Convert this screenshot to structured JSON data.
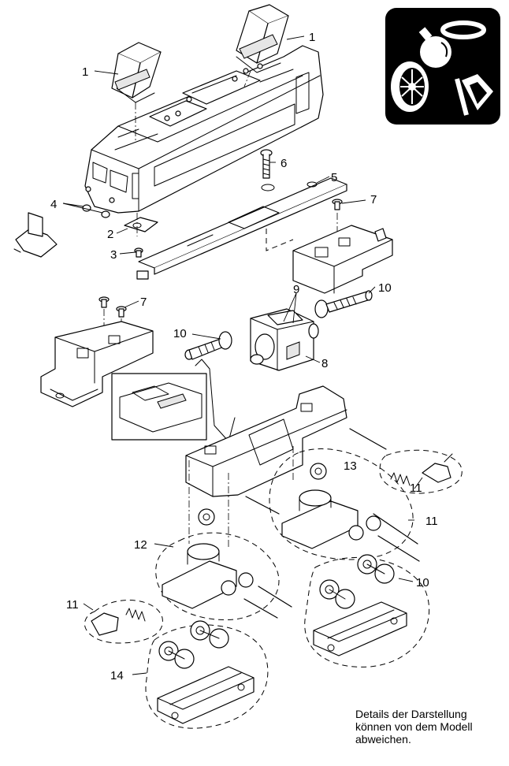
{
  "callouts": {
    "c1a": "1",
    "c1b": "1",
    "c2": "2",
    "c3": "3",
    "c4": "4",
    "c5": "5",
    "c6": "6",
    "c7a": "7",
    "c7b": "7",
    "c8": "8",
    "c9": "9",
    "c10a": "10",
    "c10b": "10",
    "c10c": "10",
    "c11a": "11",
    "c11b": "11",
    "c11c": "11",
    "c12": "12",
    "c13": "13",
    "c14": "14"
  },
  "note": {
    "line1": "Details der Darstellung",
    "line2": "können von dem Modell",
    "line3": "abweichen."
  },
  "icons": [
    "lamp-icon",
    "traction-tire-icon",
    "wheel-icon",
    "pickup-shoe-icon"
  ],
  "colors": {
    "ink": "#000000",
    "paper": "#ffffff",
    "icon_box": "#000000"
  }
}
